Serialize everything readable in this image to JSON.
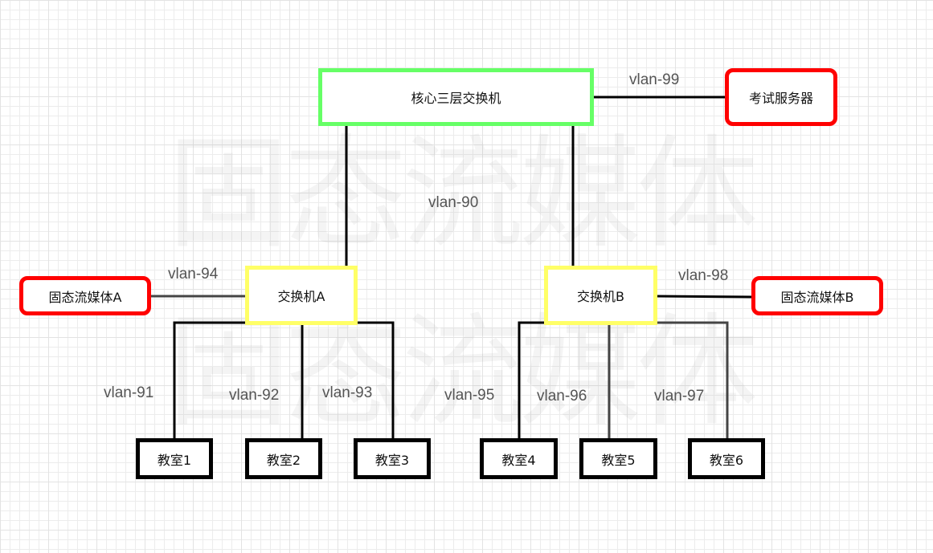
{
  "watermark": "固态流媒体",
  "nodes": {
    "core": "核心三层交换机",
    "exam_server": "考试服务器",
    "switch_a": "交换机A",
    "switch_b": "交换机B",
    "media_a": "固态流媒体A",
    "media_b": "固态流媒体B",
    "rooms": [
      "教室1",
      "教室2",
      "教室3",
      "教室4",
      "教室5",
      "教室6"
    ]
  },
  "vlans": {
    "v90": "vlan-90",
    "v91": "vlan-91",
    "v92": "vlan-92",
    "v93": "vlan-93",
    "v94": "vlan-94",
    "v95": "vlan-95",
    "v96": "vlan-96",
    "v97": "vlan-97",
    "v98": "vlan-98",
    "v99": "vlan-99"
  },
  "colors": {
    "core_border": "#66ff66",
    "switch_border": "#ffff66",
    "server_border": "#ff0000",
    "room_border": "#000000",
    "line": "#000000"
  }
}
